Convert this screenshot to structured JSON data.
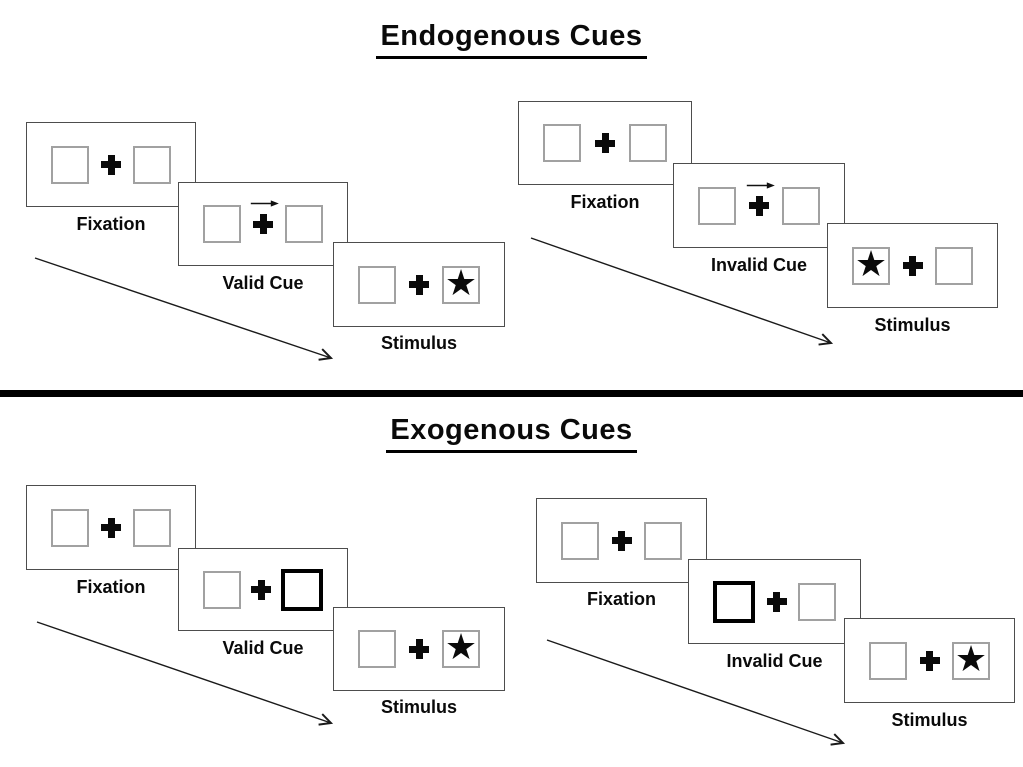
{
  "icons": {
    "star": "★"
  },
  "colors": {
    "line": "#1a1a1a",
    "square_border": "#a1a1a1",
    "bold_cue": "#000000"
  },
  "sections": [
    {
      "title": "Endogenous Cues",
      "sequences": [
        {
          "name": "valid",
          "steps": [
            {
              "label": "Fixation",
              "left": "empty",
              "right": "empty",
              "center": "plus"
            },
            {
              "label": "Valid Cue",
              "left": "empty",
              "right": "empty",
              "center": "plus-arrow"
            },
            {
              "label": "Stimulus",
              "left": "empty",
              "right": "star",
              "center": "plus"
            }
          ]
        },
        {
          "name": "invalid",
          "steps": [
            {
              "label": "Fixation",
              "left": "empty",
              "right": "empty",
              "center": "plus"
            },
            {
              "label": "Invalid Cue",
              "left": "empty",
              "right": "empty",
              "center": "plus-arrow"
            },
            {
              "label": "Stimulus",
              "left": "star",
              "right": "empty",
              "center": "plus"
            }
          ]
        }
      ]
    },
    {
      "title": "Exogenous Cues",
      "sequences": [
        {
          "name": "valid",
          "steps": [
            {
              "label": "Fixation",
              "left": "empty",
              "right": "empty",
              "center": "plus"
            },
            {
              "label": "Valid Cue",
              "left": "empty",
              "right": "bold",
              "center": "plus"
            },
            {
              "label": "Stimulus",
              "left": "empty",
              "right": "star",
              "center": "plus"
            }
          ]
        },
        {
          "name": "invalid",
          "steps": [
            {
              "label": "Fixation",
              "left": "empty",
              "right": "empty",
              "center": "plus"
            },
            {
              "label": "Invalid Cue",
              "left": "bold",
              "right": "empty",
              "center": "plus"
            },
            {
              "label": "Stimulus",
              "left": "empty",
              "right": "star",
              "center": "plus"
            }
          ]
        }
      ]
    }
  ]
}
